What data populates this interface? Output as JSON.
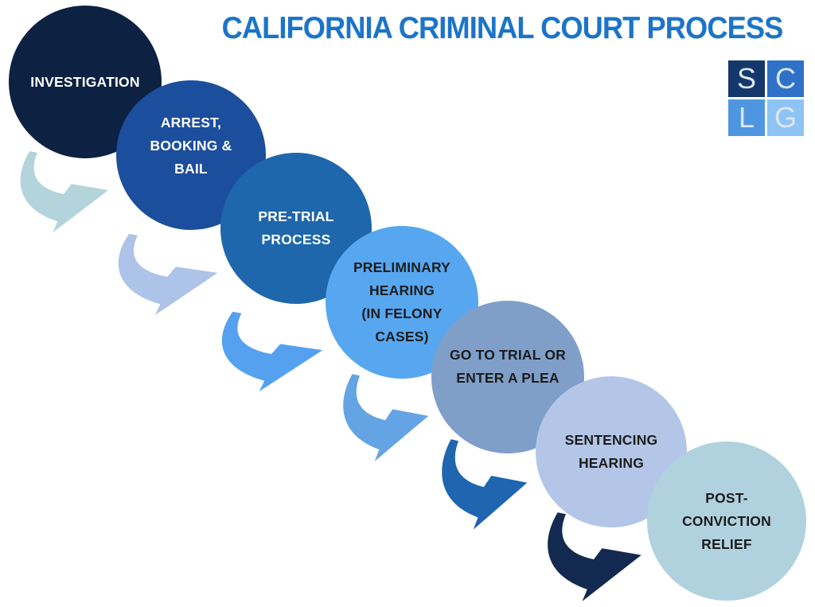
{
  "title": "CALIFORNIA CRIMINAL COURT PROCESS",
  "title_color": "#1b74c9",
  "steps": [
    {
      "id": "investigation",
      "label": "INVESTIGATION",
      "circle_color": "#0d2142",
      "text_color": "#ffffff"
    },
    {
      "id": "arrest-booking-bail",
      "label": "ARREST,\nBOOKING &\nBAIL",
      "circle_color": "#1c4e9e",
      "text_color": "#ffffff"
    },
    {
      "id": "pre-trial-process",
      "label": "PRE-TRIAL\nPROCESS",
      "circle_color": "#1e67ac",
      "text_color": "#ffffff"
    },
    {
      "id": "preliminary-hearing",
      "label": "PRELIMINARY\nHEARING\n(IN FELONY\nCASES)",
      "circle_color": "#57a7f0",
      "text_color": "#1c1c1c"
    },
    {
      "id": "go-to-trial-or-enter-a-plea",
      "label": "GO TO TRIAL OR\nENTER A PLEA",
      "circle_color": "#7f9fc9",
      "text_color": "#1c1c1c"
    },
    {
      "id": "sentencing-hearing",
      "label": "SENTENCING\nHEARING",
      "circle_color": "#b3c6e8",
      "text_color": "#1c1c1c"
    },
    {
      "id": "post-conviction-relief",
      "label": "POST-\nCONVICTION\nRELIEF",
      "circle_color": "#b0d2de",
      "text_color": "#1c1c1c"
    }
  ],
  "arrows": [
    {
      "from": "investigation",
      "to": "arrest-booking-bail",
      "color": "#b4d4dc"
    },
    {
      "from": "arrest-booking-bail",
      "to": "pre-trial-process",
      "color": "#aec3e8"
    },
    {
      "from": "pre-trial-process",
      "to": "preliminary-hearing",
      "color": "#55a1ef"
    },
    {
      "from": "preliminary-hearing",
      "to": "go-to-trial-or-enter-a-plea",
      "color": "#64a4e4"
    },
    {
      "from": "go-to-trial-or-enter-a-plea",
      "to": "sentencing-hearing",
      "color": "#1f65b0"
    },
    {
      "from": "sentencing-hearing",
      "to": "post-conviction-relief",
      "color": "#14294f"
    }
  ],
  "logo": {
    "letters": [
      "S",
      "C",
      "L",
      "G"
    ],
    "square_colors": [
      "#14386b",
      "#2e72c8",
      "#4e97e0",
      "#8ec4f4"
    ],
    "letter_color": "#dce6f1"
  }
}
